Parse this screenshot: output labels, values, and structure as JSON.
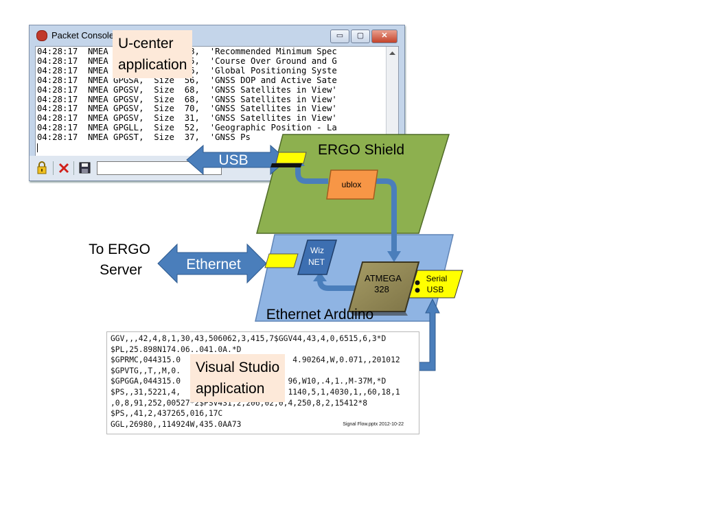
{
  "console": {
    "title": "Packet Console",
    "minimize_glyph": "▭",
    "maximize_glyph": "▢",
    "close_glyph": "✕",
    "log_lines": [
      "04:28:17  NMEA GPRMC,  Size  68,  'Recommended Minimum Spec",
      "04:28:17  NMEA GPVTG,  Size  35,  'Course Over Ground and G",
      "04:28:17  NMEA GPGGA,  Size  76,  'Global Positioning Syste",
      "04:28:17  NMEA GPGSA,  Size  56,  'GNSS DOP and Active Sate",
      "04:28:17  NMEA GPGSV,  Size  68,  'GNSS Satellites in View'",
      "04:28:17  NMEA GPGSV,  Size  68,  'GNSS Satellites in View'",
      "04:28:17  NMEA GPGSV,  Size  70,  'GNSS Satellites in View'",
      "04:28:17  NMEA GPGSV,  Size  31,  'GNSS Satellites in View'",
      "04:28:17  NMEA GPGLL,  Size  52,  'Geographic Position - La",
      "04:28:17  NMEA GPGST,  Size  37,  'GNSS Ps"
    ],
    "toolbar_icons": [
      "lock-icon",
      "close-icon",
      "save-icon"
    ]
  },
  "callouts": {
    "ucenter_line1": "U-center",
    "ucenter_line2": "application",
    "vs_line1": "Visual Studio",
    "vs_line2": "application"
  },
  "diagram": {
    "usb_label": "USB",
    "ethernet_label": "Ethernet",
    "ergo_shield_label": "ERGO Shield",
    "ublox_label": "ublox",
    "wiznet_line1": "Wiz",
    "wiznet_line2": "NET",
    "atmega_line1": "ATMEGA",
    "atmega_line2": "328",
    "serial_line1": "Serial",
    "serial_line2": "USB",
    "ethernet_arduino_label": "Ethernet Arduino",
    "to_server_line1": "To ERGO",
    "to_server_line2": "Server",
    "colors": {
      "shield_green": "#8db04f",
      "arduino_blue": "#8fb4e3",
      "arrow_blue": "#4a7ebb",
      "ublox_orange": "#f79646",
      "wiznet_blue": "#3d6fb1",
      "atmega_olive": "#948a54",
      "connector_yellow": "#ffff00"
    }
  },
  "vs_window": {
    "lines": [
      "GGV,,,42,4,8,1,30,43,506062,3,415,7$GGV44,43,4,0,6515,6,3*D",
      "$PL,25.898N174.06..041.0A.*D",
      "$GPRMC,044315.0                        4.90264,W,0.071,,201012",
      "$GPVTG,,T,,M,0.",
      "$GPGGA,044315.0                       96,W10,.4,1.,M-37M,*D",
      "$PS,,31,5221,4,                       1140,5,1,4030,1,,60,18,1",
      ",0,8,91,252,00527*2$PSV431,2,206,02,0,4,250,8,2,15412*8",
      "$PS,,41,2,437265,016,17C",
      "GGL,26980,,114924W,435.0AA73"
    ],
    "footer_note": "Signal Flow.pptx 2012-10-22"
  }
}
